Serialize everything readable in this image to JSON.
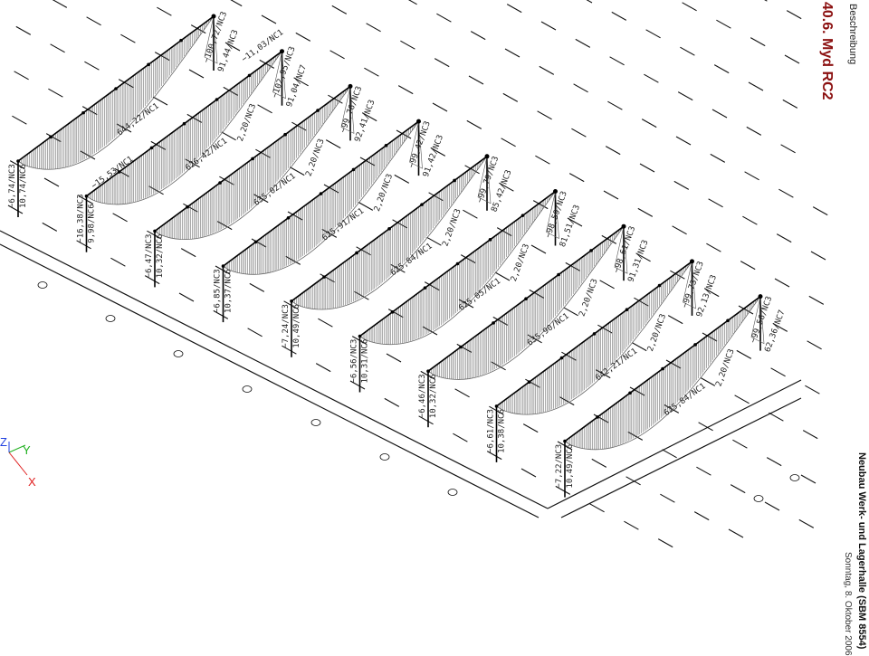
{
  "header": {
    "description": "Beschreibung",
    "title": "40.6. Myd RC2",
    "project": "Neubau Werk- und Lagerhalle (SBM 8554)",
    "date": "Sonntag, 8. Oktober 2006"
  },
  "axes": {
    "x": "X",
    "y": "Y",
    "z": "Z",
    "colors": {
      "x": "#e02020",
      "y": "#20b020",
      "z": "#2040e0"
    }
  },
  "frames": [
    {
      "left": [
        "−6,74/NC3",
        "10,74/NC6"
      ],
      "mid": "644,22/NC1",
      "right": [
        "−100,72/NC3",
        "91,44/NC3"
      ],
      "extra": ""
    },
    {
      "left": [
        "−16,38/NC3",
        "9,98/NC6"
      ],
      "mid": "626,42/NC1",
      "right": [
        "−102,95/NC3",
        "91,04/NC7"
      ],
      "extra": "−15,53/NC1",
      "top": "−11,03/NC1",
      "end": "2,20/NC3"
    },
    {
      "left": [
        "−6,47/NC3",
        "10,32/NC6"
      ],
      "mid": "635,02/NC1",
      "right": [
        "−99,76/NC3",
        "92,41/NC3"
      ],
      "end": "2,20/NC3"
    },
    {
      "left": [
        "−6,85/NC3",
        "10,37/NC6"
      ],
      "mid": "625,91/NC1",
      "right": [
        "−99,42/NC3",
        "91,42/NC3"
      ],
      "end": "2,20/NC3"
    },
    {
      "left": [
        "−7,24/NC3",
        "10,49/NC6"
      ],
      "mid": "625,84/NC1",
      "right": [
        "−99,79/NC3",
        "85,42/NC3"
      ],
      "end": "2,20/NC3"
    },
    {
      "left": [
        "−6,56/NC3",
        "10,31/NC6"
      ],
      "mid": "625,05/NC1",
      "right": [
        "−98,59/NC3",
        "81,51/NC3"
      ],
      "end": "2,20/NC3"
    },
    {
      "left": [
        "−6,46/NC3",
        "10,32/NC6"
      ],
      "mid": "635,90/NC1",
      "right": [
        "−98,61/NC3",
        "91,31/NC3"
      ],
      "end": "2,20/NC3"
    },
    {
      "left": [
        "−6,61/NC3",
        "10,38/NC6"
      ],
      "mid": "642,21/NC1",
      "right": [
        "−99,73/NC3",
        "92,13/NC3"
      ],
      "end": "2,20/NC3"
    },
    {
      "left": [
        "−7,22/NC3",
        "10,49/NC6"
      ],
      "mid": "625,84/NC1",
      "right": [
        "−99,56/NC3",
        "62,36/NC7"
      ],
      "end": "2,20/NC3"
    }
  ]
}
